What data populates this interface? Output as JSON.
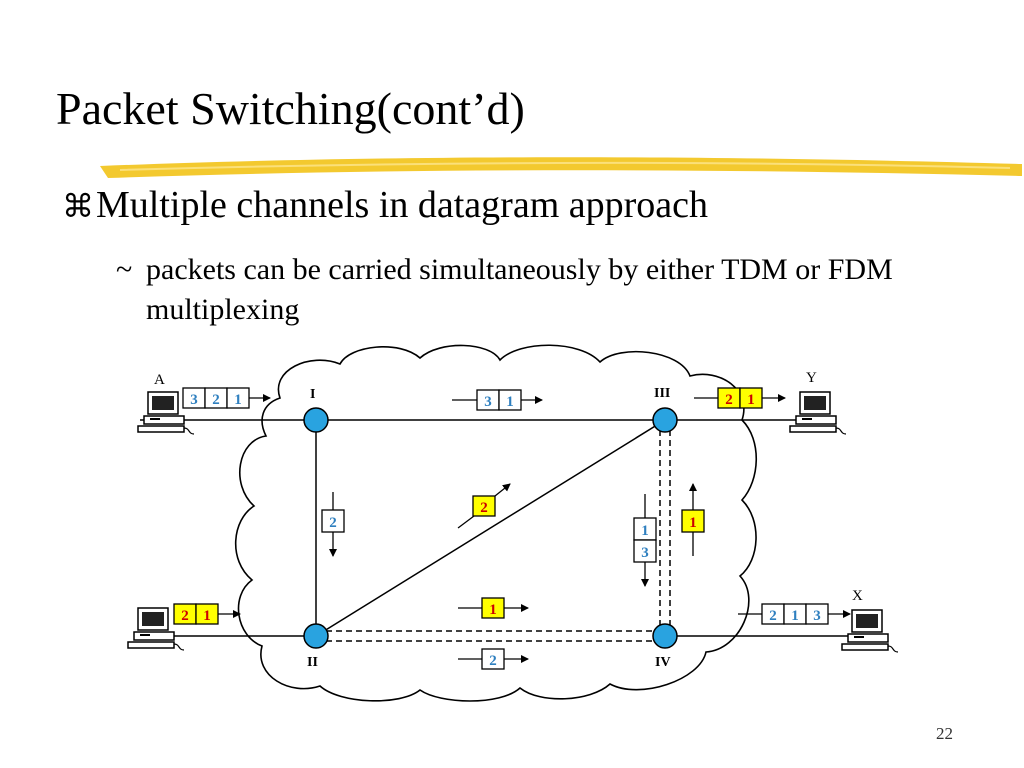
{
  "slide": {
    "title": "Packet Switching(cont’d)",
    "bullet_marker": "⌘",
    "bullet": "Multiple channels in datagram approach",
    "sub_marker": "~",
    "sub_bullet": "packets can be carried simultaneously by either TDM or FDM multiplexing",
    "page_number": "22"
  },
  "colors": {
    "underline": "#f2c318",
    "node": "#29a3e0",
    "packet_yellow": "#ffff00",
    "packet_text_red": "#cc0000",
    "packet_text_blue": "#2e7fbf"
  },
  "diagram": {
    "stations": {
      "a": "A",
      "y": "Y",
      "x": "X"
    },
    "nodes": {
      "n1": "I",
      "n2": "II",
      "n3": "III",
      "n4": "IV"
    },
    "packets": {
      "a_out": [
        "3",
        "2",
        "1"
      ],
      "bottom_left": [
        "2",
        "1"
      ],
      "i_to_iii": [
        "3",
        "1"
      ],
      "y_in": [
        "2",
        "1"
      ],
      "i_to_ii": "2",
      "diag": "2",
      "iii_to_iv": [
        "1",
        "3"
      ],
      "iv_to_iii": "1",
      "ii_to_iv_top": "1",
      "ii_to_iv_bottom": "2",
      "x_in": [
        "2",
        "1",
        "3"
      ]
    }
  }
}
